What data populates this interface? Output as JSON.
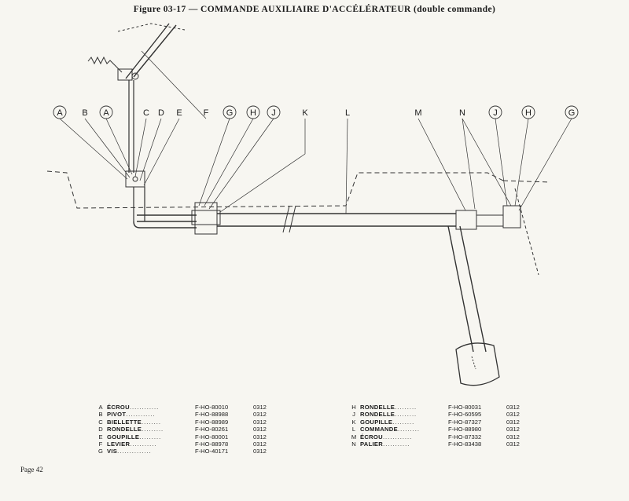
{
  "title": "Figure 03-17 — COMMANDE AUXILIAIRE D'ACCÉLÉRATEUR (double commande)",
  "callouts": [
    {
      "letter": "A",
      "circled": true
    },
    {
      "letter": "B",
      "circled": false
    },
    {
      "letter": "A",
      "circled": true
    },
    {
      "letter": "C",
      "circled": false
    },
    {
      "letter": "D",
      "circled": false
    },
    {
      "letter": "E",
      "circled": false
    },
    {
      "letter": "F",
      "circled": false
    },
    {
      "letter": "G",
      "circled": true
    },
    {
      "letter": "H",
      "circled": true
    },
    {
      "letter": "J",
      "circled": true
    },
    {
      "letter": "K",
      "circled": false
    },
    {
      "letter": "L",
      "circled": false
    },
    {
      "letter": "M",
      "circled": false
    },
    {
      "letter": "N",
      "circled": false
    },
    {
      "letter": "J",
      "circled": true
    },
    {
      "letter": "H",
      "circled": true
    },
    {
      "letter": "G",
      "circled": true
    }
  ],
  "parts_left": [
    {
      "letter": "A",
      "name": "ÉCROU",
      "ref": "F-HO-80010",
      "code": "0312"
    },
    {
      "letter": "B",
      "name": "PIVOT",
      "ref": "F-HO-88988",
      "code": "0312"
    },
    {
      "letter": "C",
      "name": "BIELLETTE",
      "ref": "F-HO-88989",
      "code": "0312"
    },
    {
      "letter": "D",
      "name": "RONDELLE",
      "ref": "F-HO-80261",
      "code": "0312"
    },
    {
      "letter": "E",
      "name": "GOUPILLE",
      "ref": "F-HO-80001",
      "code": "0312"
    },
    {
      "letter": "F",
      "name": "LEVIER",
      "ref": "F-HO-88978",
      "code": "0312"
    },
    {
      "letter": "G",
      "name": "VIS",
      "ref": "F-HO-40171",
      "code": "0312"
    }
  ],
  "parts_right": [
    {
      "letter": "H",
      "name": "RONDELLE",
      "ref": "F-HO-80031",
      "code": "0312"
    },
    {
      "letter": "J",
      "name": "RONDELLE",
      "ref": "F-HO-60595",
      "code": "0312"
    },
    {
      "letter": "K",
      "name": "GOUPILLE",
      "ref": "F-HO-87327",
      "code": "0312"
    },
    {
      "letter": "L",
      "name": "COMMANDE",
      "ref": "F-HO-88980",
      "code": "0312"
    },
    {
      "letter": "M",
      "name": "ÉCROU",
      "ref": "F-HO-87332",
      "code": "0312"
    },
    {
      "letter": "N",
      "name": "PALIER",
      "ref": "F-HO-83438",
      "code": "0312"
    }
  ],
  "page_label": "Page 42"
}
